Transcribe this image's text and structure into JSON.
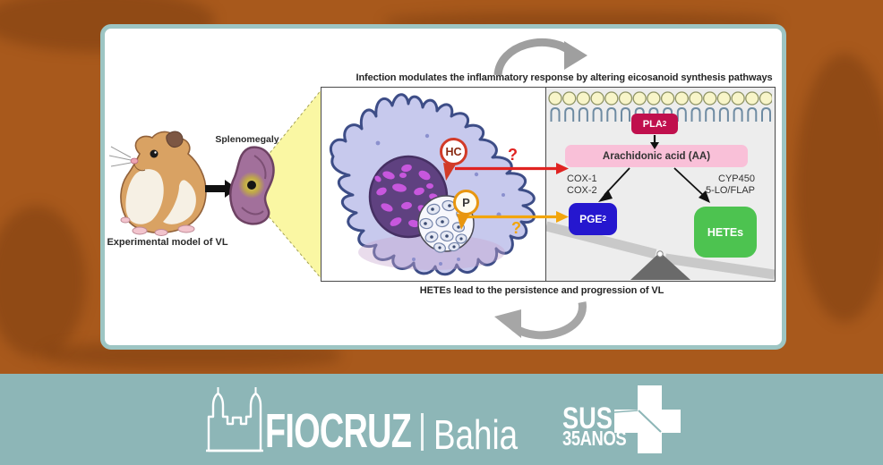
{
  "captions": {
    "top": "Infection modulates the inflammatory response by altering eicosanoid synthesis pathways",
    "bottom": "HETEs lead to the persistence and progression of VL"
  },
  "left_side": {
    "spleen_label": "Splenomegaly",
    "model_label": "Experimental model of VL"
  },
  "cell": {
    "hc_pin": "HC",
    "p_pin": "P",
    "hc_question": "?",
    "p_question": "?"
  },
  "pathway": {
    "pla2": {
      "base": "PLA",
      "sub": "2"
    },
    "aa_label": "Arachidonic acid (AA)",
    "cox1": "COX-1",
    "cox2": "COX-2",
    "cyp450": "CYP450",
    "lo_flap": "5-LO/FLAP",
    "pge2": {
      "base": "PGE",
      "sub": "2"
    },
    "hetes_label": "HETEs"
  },
  "footer": {
    "brand": "FIOCRUZ",
    "unit": "Bahia",
    "sus": "SUS",
    "anos": "35ANOS"
  },
  "colors": {
    "background": "#a8591c",
    "banner": "#8db6b7",
    "card_border": "#9dc5c3",
    "pla2_box": "#c0104d",
    "aa_box": "#f9c0d8",
    "pge2_box": "#2517cf",
    "hetes_box": "#4dc350",
    "hc_red": "#d23b28",
    "arrow_red": "#e02321",
    "arrow_orange": "#f2a50c",
    "cone_yellow": "#faf7a3"
  },
  "icons": {
    "cycle_arrow_top": "curved-arrow-clockwise",
    "cycle_arrow_bottom": "curved-arrow-counterclockwise",
    "fiocruz_castle": "castle-outline",
    "sus_cross": "plus-cross"
  }
}
